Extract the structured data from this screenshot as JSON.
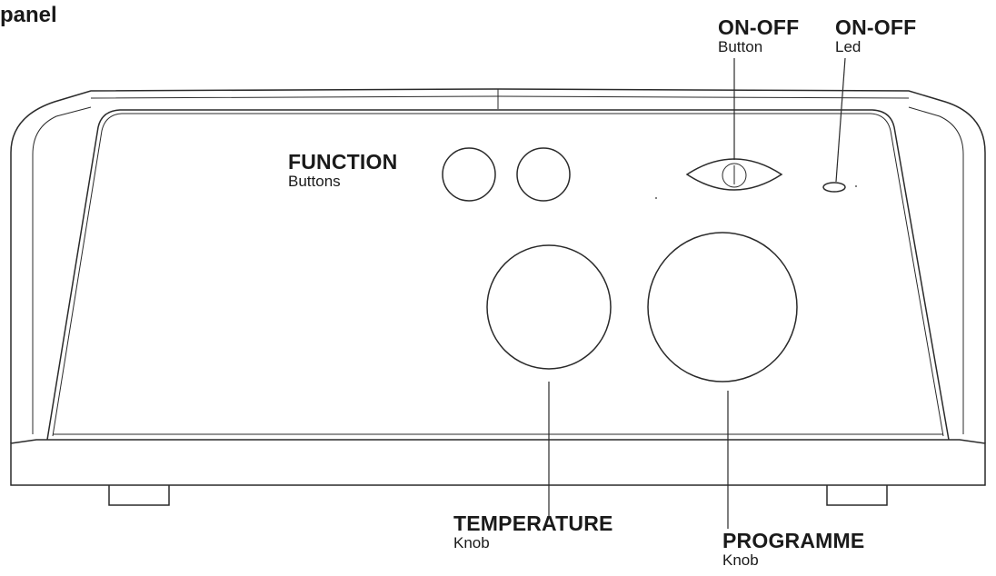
{
  "heading": "panel",
  "labels": {
    "on_off_button": {
      "title": "ON-OFF",
      "sub": "Button"
    },
    "on_off_led": {
      "title": "ON-OFF",
      "sub": "Led"
    },
    "function_buttons": {
      "title": "FUNCTION",
      "sub": "Buttons"
    },
    "temperature_knob": {
      "title": "TEMPERATURE",
      "sub": "Knob"
    },
    "programme_knob": {
      "title": "PROGRAMME",
      "sub": "Knob"
    }
  },
  "icons": {
    "power_symbol": "power-icon"
  },
  "colors": {
    "line": "#2a2a2a",
    "background": "#ffffff"
  }
}
